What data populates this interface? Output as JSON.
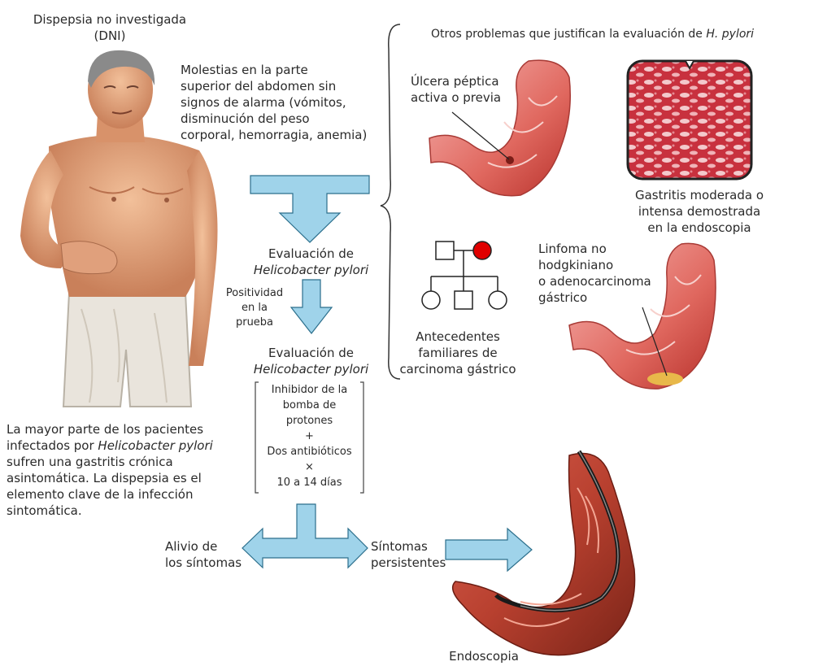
{
  "dni": {
    "title": "Dispepsia no investigada",
    "abbr": "(DNI)"
  },
  "symptoms": {
    "lines": [
      "Molestias en la parte",
      "superior del abdomen sin",
      "signos de alarma (vómitos,",
      "disminución del peso",
      "corporal, hemorragia, anemia)"
    ]
  },
  "eval1": {
    "line1": "Evaluación de",
    "line2": "Helicobacter pylori"
  },
  "positive": {
    "lines": [
      "Positividad",
      "en la",
      "prueba"
    ]
  },
  "eval2": {
    "line1": "Evaluación de",
    "line2": "Helicobacter pylori"
  },
  "treatment": {
    "lines": [
      "Inhibidor de la",
      "bomba de",
      "protones",
      "+",
      "Dos antibióticos",
      "×",
      "10 a 14 días"
    ]
  },
  "patients_note": {
    "line1_a": "La mayor parte de los pacientes",
    "line2_a": "infectados por ",
    "line2_b": "Helicobacter pylori",
    "line3": "sufren una gastritis crónica",
    "line4": "asintomática. La dispepsia es el",
    "line5": "elemento clave de la infección",
    "line6": "sintomática."
  },
  "relief": {
    "line1": "Alivio de",
    "line2": "los síntomas"
  },
  "persistent": {
    "line1": "Síntomas",
    "line2": "persistentes"
  },
  "other_problems": {
    "text_a": "Otros problemas que justifican la evaluación de ",
    "text_b": "H. pylori"
  },
  "ulcer": {
    "line1": "Úlcera péptica",
    "line2": "activa o previa"
  },
  "gastritis": {
    "lines": [
      "Gastritis moderada o",
      "intensa demostrada",
      "en la endoscopia"
    ]
  },
  "lymphoma": {
    "lines": [
      "Linfoma no",
      "hodgkiniano",
      "o adenocarcinoma",
      "gástrico"
    ]
  },
  "family": {
    "lines": [
      "Antecedentes",
      "familiares de",
      "carcinoma gástrico"
    ]
  },
  "endoscopy": {
    "label": "Endoscopia"
  },
  "colors": {
    "arrow_fill": "#9fd3ea",
    "arrow_stroke": "#2c6f8c",
    "stomach": "#d9534f",
    "pedigree_red": "#e00000"
  }
}
